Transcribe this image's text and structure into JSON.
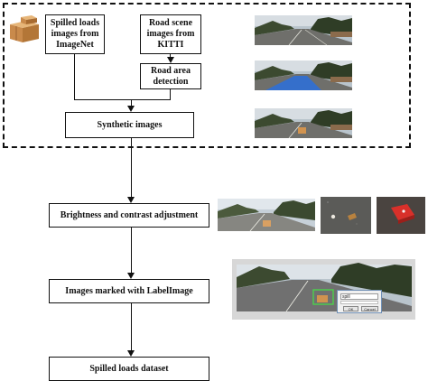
{
  "nodes": {
    "spilled_loads_imagenet": "Spilled loads\nimages from\nImageNet",
    "road_scene_kitti": "Road scene\nimages from\nKITTI",
    "road_area_detection": "Road area\ndetection",
    "synthetic_images": "Synthetic images",
    "brightness_contrast": "Brightness and contrast adjustment",
    "labelimage": "Images marked with LabelImage",
    "dataset": "Spilled loads dataset"
  },
  "dialog": {
    "field_value": "spill",
    "ok_label": "OK",
    "cancel_label": "Cancel"
  },
  "colors": {
    "road_mask": "#2f6fd6",
    "red_object": "#d8302a",
    "box_border": "#111111",
    "label_box": "#4cd24c"
  }
}
